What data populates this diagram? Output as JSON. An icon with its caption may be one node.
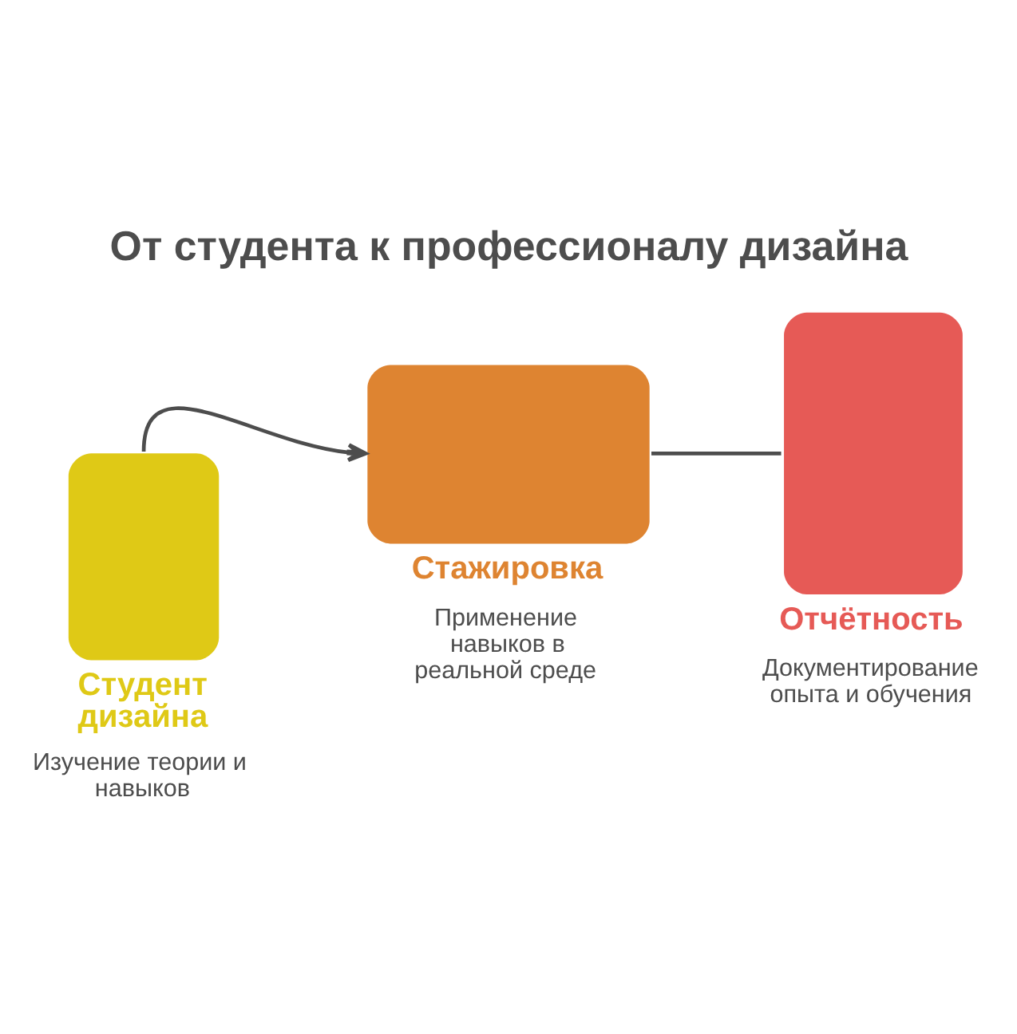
{
  "diagram": {
    "title": "От студента к профессионалу дизайна",
    "nodes": [
      {
        "text": [
          "Студент дизайна",
          "Изучение теории и навыков"
        ]
      },
      {
        "text": [
          "Стажировка",
          "Применение навыков в реальной среде"
        ]
      },
      {
        "text": [
          "Отчётность",
          "Документирование опыта и обучения"
        ]
      }
    ],
    "edges": [
      {
        "from": 0,
        "to": 1,
        "arrow": "to"
      },
      {
        "from": 1,
        "to": 2,
        "arrow": "none"
      }
    ]
  }
}
